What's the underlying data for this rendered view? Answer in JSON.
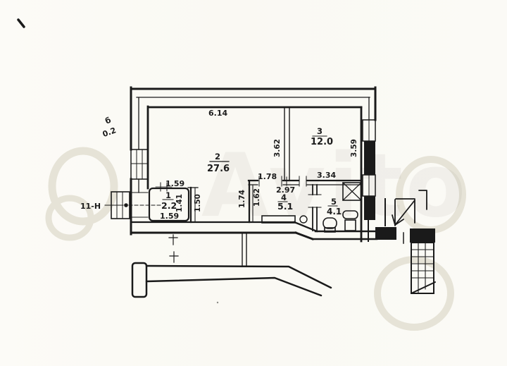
{
  "plan": {
    "unit_label": "11-Н",
    "balcony": {
      "letter": "б",
      "area": "0.2"
    },
    "watermark": "Avito",
    "rooms": [
      {
        "number": "1",
        "area": "2.2"
      },
      {
        "number": "2",
        "area": "27.6"
      },
      {
        "number": "3",
        "area": "12.0"
      },
      {
        "number": "4",
        "area": "5.1"
      },
      {
        "number": "5",
        "area": "4.1"
      }
    ],
    "dimensions": {
      "d614": "6.14",
      "d362": "3.62",
      "d359": "3.59",
      "d334": "3.34",
      "d297": "2.97",
      "d178": "1.78",
      "d174": "1.74",
      "d162": "1.62",
      "d159_top": "1.59",
      "d141": "1.41",
      "d150": "1.50",
      "d159_bottom": "1.59"
    },
    "colors": {
      "paper": "#fbfaf6",
      "ink": "#1a1a1a",
      "watermark": "#e6e3d7"
    }
  }
}
